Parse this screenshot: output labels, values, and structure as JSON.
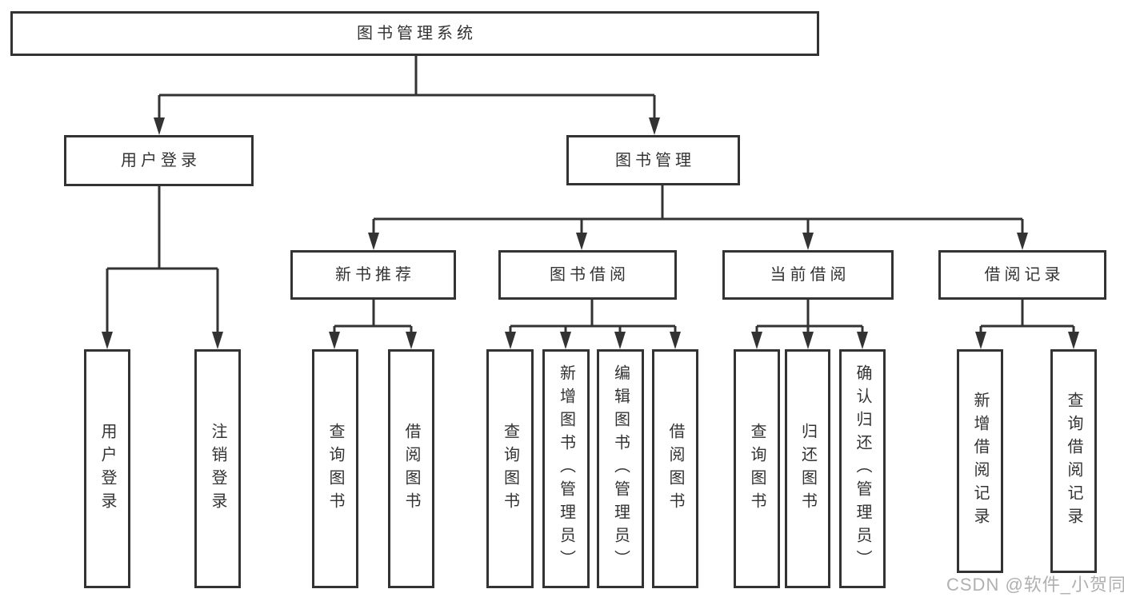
{
  "diagram": {
    "root": {
      "label": "图书管理系统"
    },
    "level2": {
      "user_login": {
        "label": "用户登录"
      },
      "book_management": {
        "label": "图书管理"
      }
    },
    "level3": {
      "new_book_recommend": {
        "label": "新书推荐"
      },
      "book_borrowing": {
        "label": "图书借阅"
      },
      "current_borrowing": {
        "label": "当前借阅"
      },
      "borrowing_records": {
        "label": "借阅记录"
      }
    },
    "leaves": {
      "user_login": [
        "用户登录",
        "注销登录"
      ],
      "new_book_recommend": [
        "查询图书",
        "借阅图书"
      ],
      "book_borrowing": [
        "查询图书",
        "新增图书（管理员）",
        "编辑图书（管理员）",
        "借阅图书"
      ],
      "current_borrowing": [
        "查询图书",
        "归还图书",
        "确认归还（管理员）"
      ],
      "borrowing_records": [
        "新增借阅记录",
        "查询借阅记录"
      ]
    }
  },
  "watermark": {
    "text": "CSDN @软件_小贺同学",
    "color": "#b0b0b0"
  },
  "colors": {
    "line": "#333333",
    "box_border": "#333333",
    "text": "#333333",
    "background": "#ffffff"
  }
}
